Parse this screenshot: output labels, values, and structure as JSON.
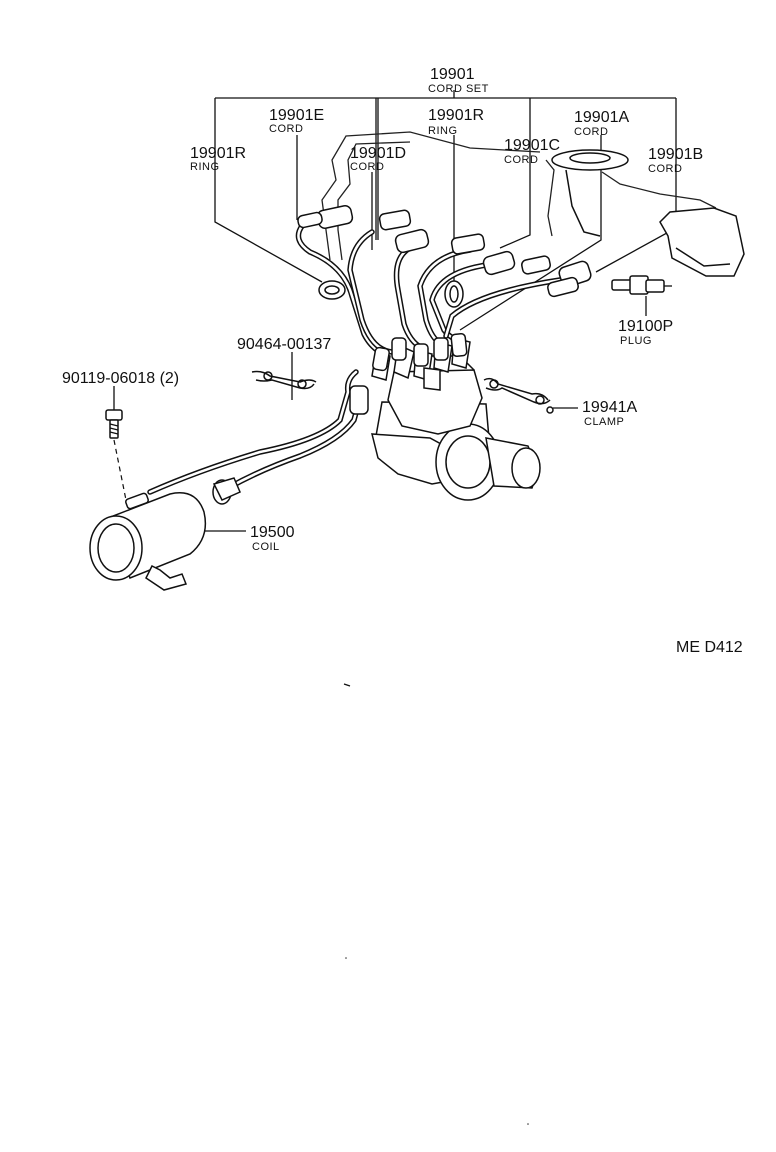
{
  "diagram": {
    "code": "ME D412",
    "callouts": [
      {
        "id": "cord-set",
        "number": "19901",
        "label": "CORD SET"
      },
      {
        "id": "cord-e",
        "number": "19901E",
        "label": "CORD"
      },
      {
        "id": "ring-center",
        "number": "19901R",
        "label": "RING"
      },
      {
        "id": "ring-left",
        "number": "19901R",
        "label": "RING"
      },
      {
        "id": "cord-d",
        "number": "19901D",
        "label": "CORD"
      },
      {
        "id": "cord-c",
        "number": "19901C",
        "label": "CORD"
      },
      {
        "id": "cord-a",
        "number": "19901A",
        "label": "CORD"
      },
      {
        "id": "cord-b",
        "number": "19901B",
        "label": "CORD"
      },
      {
        "id": "plug",
        "number": "19100P",
        "label": "PLUG"
      },
      {
        "id": "bracket",
        "number": "90464-00137",
        "label": ""
      },
      {
        "id": "bolt",
        "number": "90119-06018 (2)",
        "label": ""
      },
      {
        "id": "clamp",
        "number": "19941A",
        "label": "CLAMP"
      },
      {
        "id": "coil",
        "number": "19500",
        "label": "COIL"
      }
    ]
  }
}
